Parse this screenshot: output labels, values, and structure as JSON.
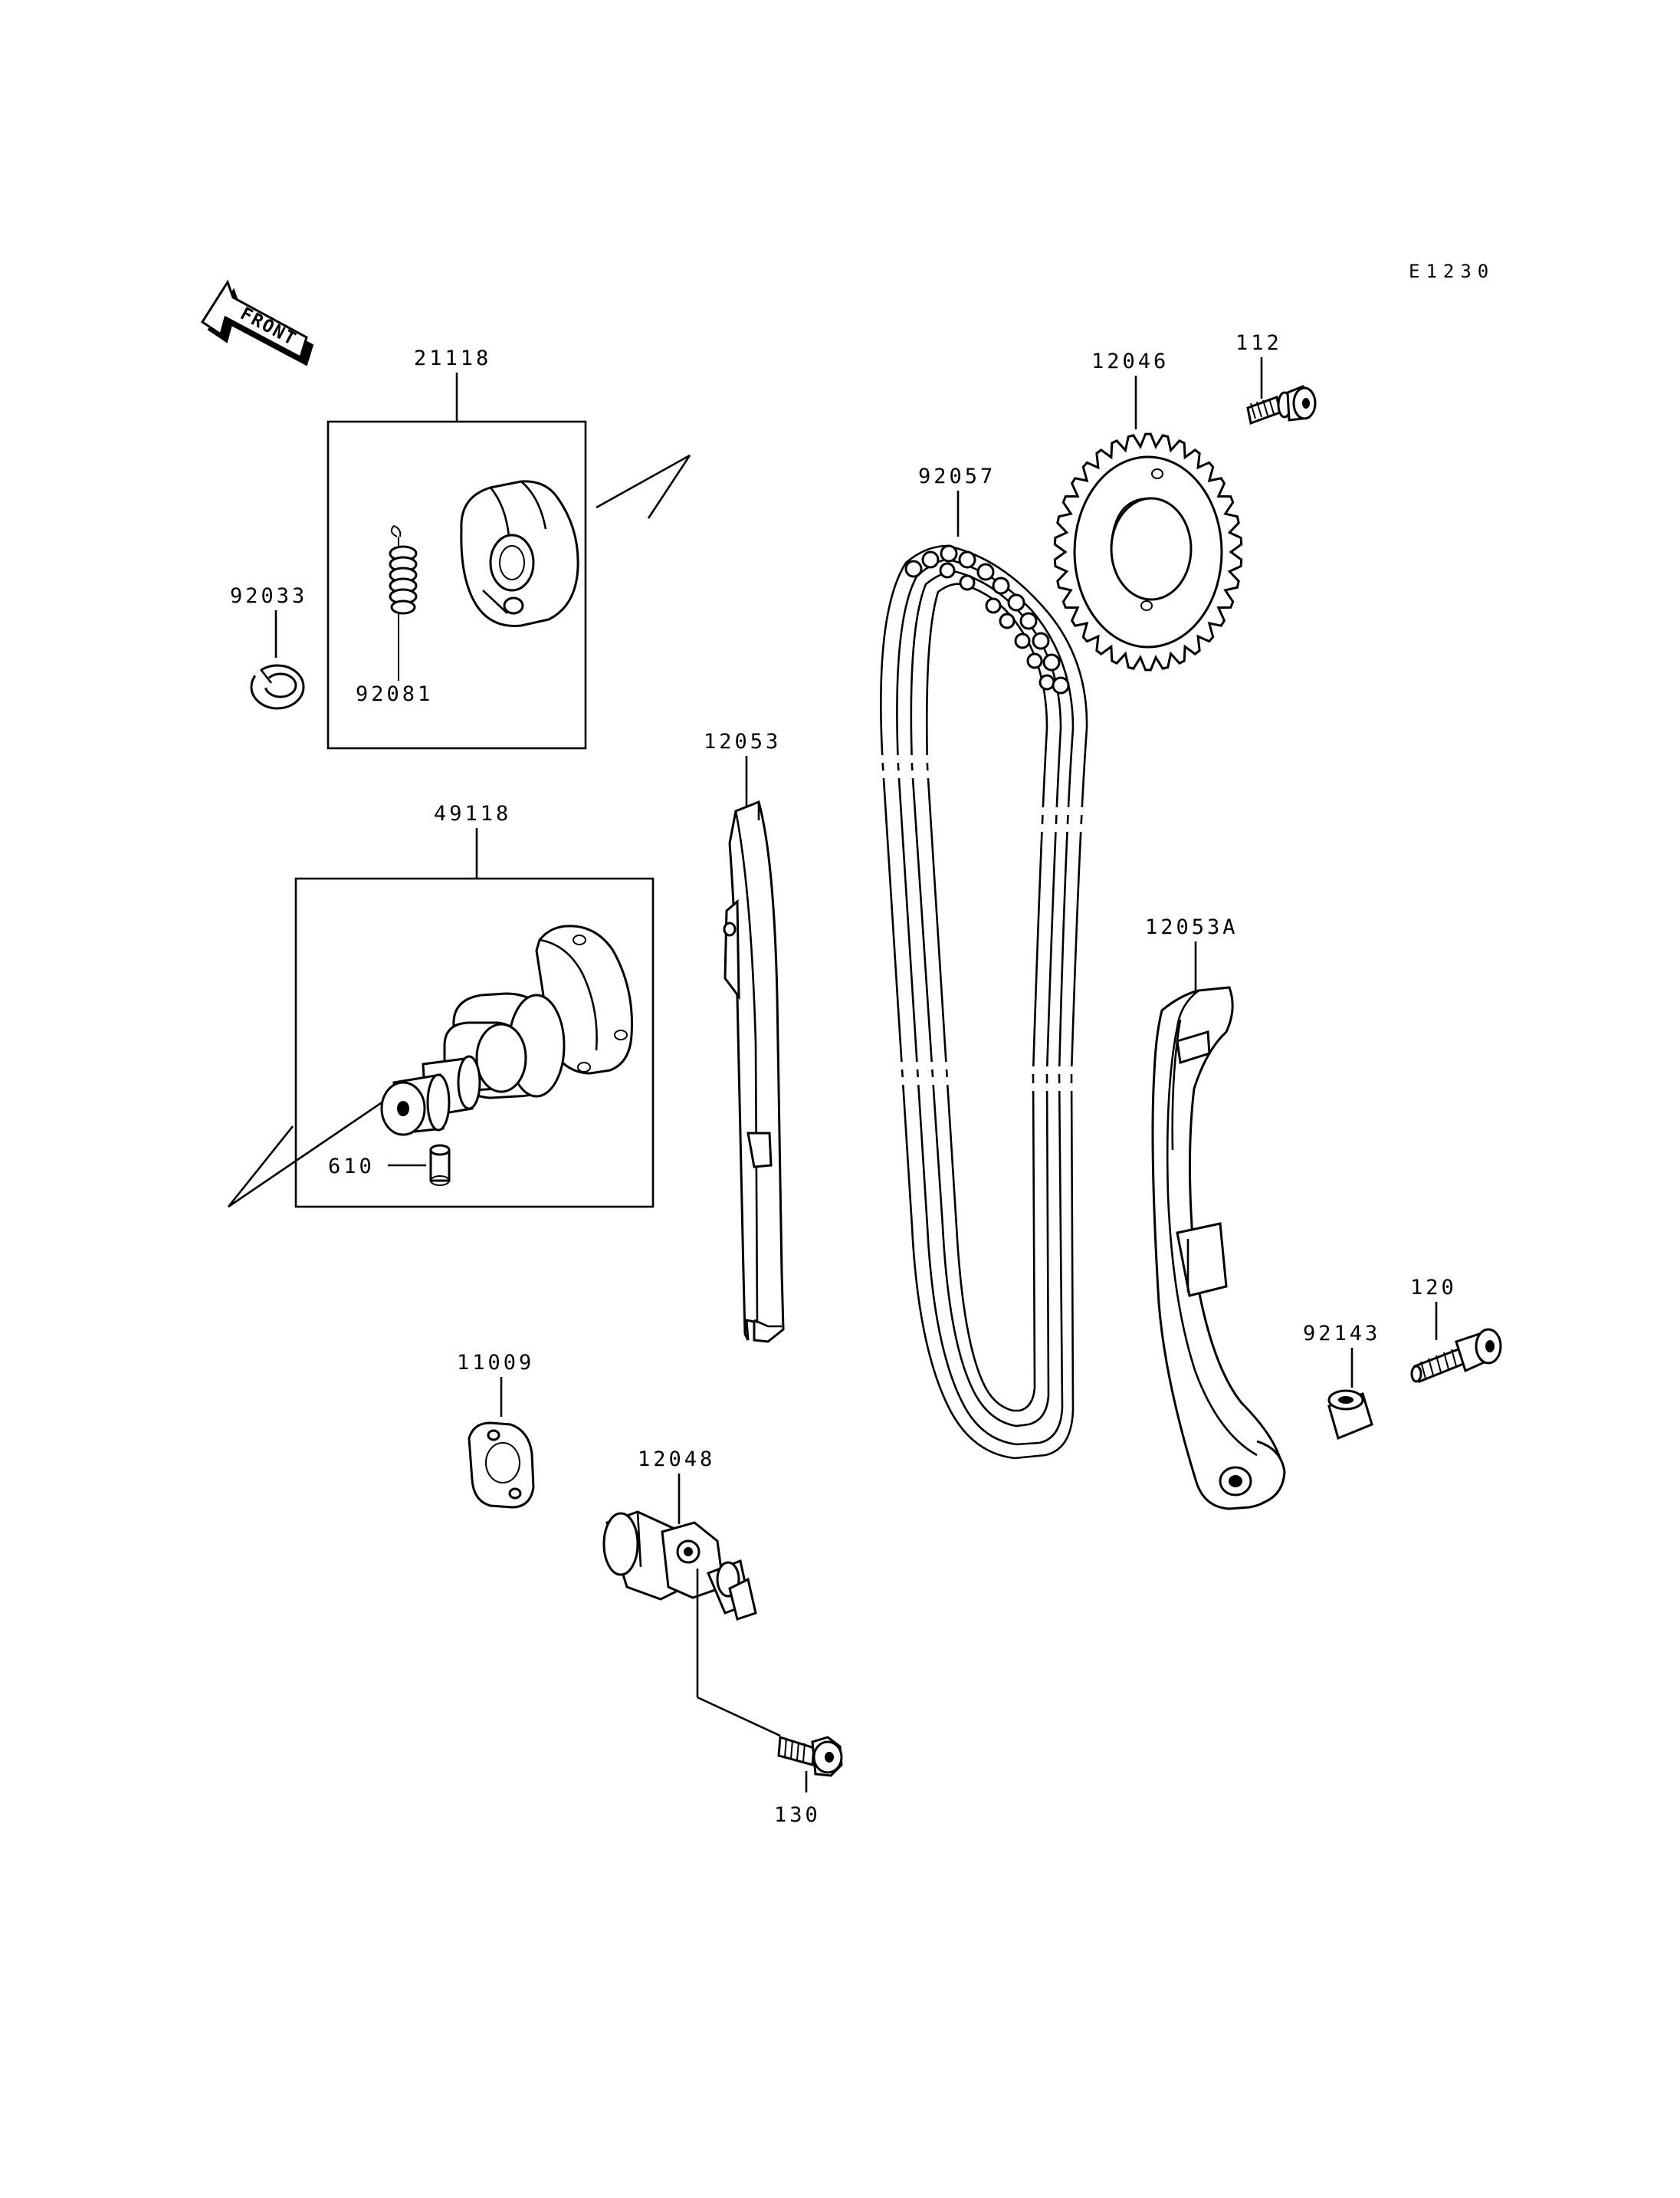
{
  "diagram_code": "E1230",
  "front_arrow": {
    "label": "FRONT"
  },
  "part_numbers": {
    "p21118": "21118",
    "p92033": "92033",
    "p92081": "92081",
    "p49118": "49118",
    "p610": "610",
    "p12053": "12053",
    "p92057": "92057",
    "p12046": "12046",
    "p112": "112",
    "p12053A": "12053A",
    "p120": "120",
    "p92143": "92143",
    "p11009": "11009",
    "p12048": "12048",
    "p130": "130"
  },
  "colors": {
    "ink": "#000000",
    "paper": "#ffffff"
  }
}
